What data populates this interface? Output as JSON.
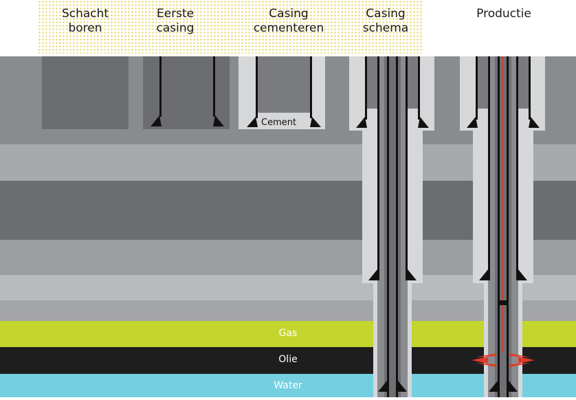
{
  "steps": [
    {
      "line1": "Schacht",
      "line2": "boren"
    },
    {
      "line1": "Eerste",
      "line2": "casing"
    },
    {
      "line1": "Casing",
      "line2": "cementeren"
    },
    {
      "line1": "Casing",
      "line2": "schema"
    },
    {
      "line1": "Productie",
      "line2": ""
    }
  ],
  "labels": {
    "cement": "Cement",
    "gas": "Gas",
    "oil": "Olie",
    "water": "Water"
  },
  "colors": {
    "gas": "#c4d62e",
    "oil": "#1e1e1e",
    "water": "#74cfe0",
    "cement": "#d6d7d9",
    "casing_line": "#111111",
    "production_tubing": "#e23a2a",
    "perforation": "#e23a2a",
    "sand_dots": "#e6d977"
  }
}
